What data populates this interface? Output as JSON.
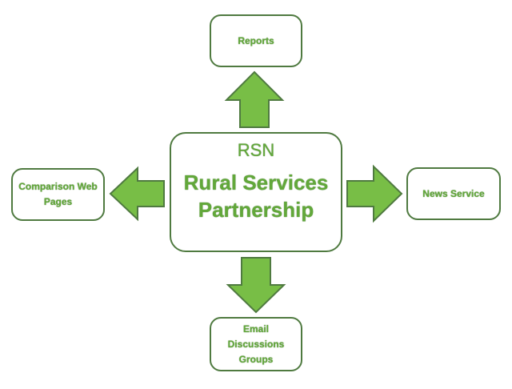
{
  "diagram": {
    "center": {
      "abbreviation": "RSN",
      "title_line1": "Rural Services",
      "title_line2": "Partnership"
    },
    "nodes": {
      "reports": "Reports",
      "news_service": "News Service",
      "comparison_line1": "Comparison Web",
      "comparison_line2": "Pages",
      "email_line1": "Email",
      "email_line2": "Discussions",
      "email_line3": "Groups"
    },
    "colors": {
      "arrow_fill": "#78be46",
      "arrow_stroke": "#4f7a40",
      "box_stroke": "#4f7a40",
      "text": "#62a83a"
    }
  }
}
